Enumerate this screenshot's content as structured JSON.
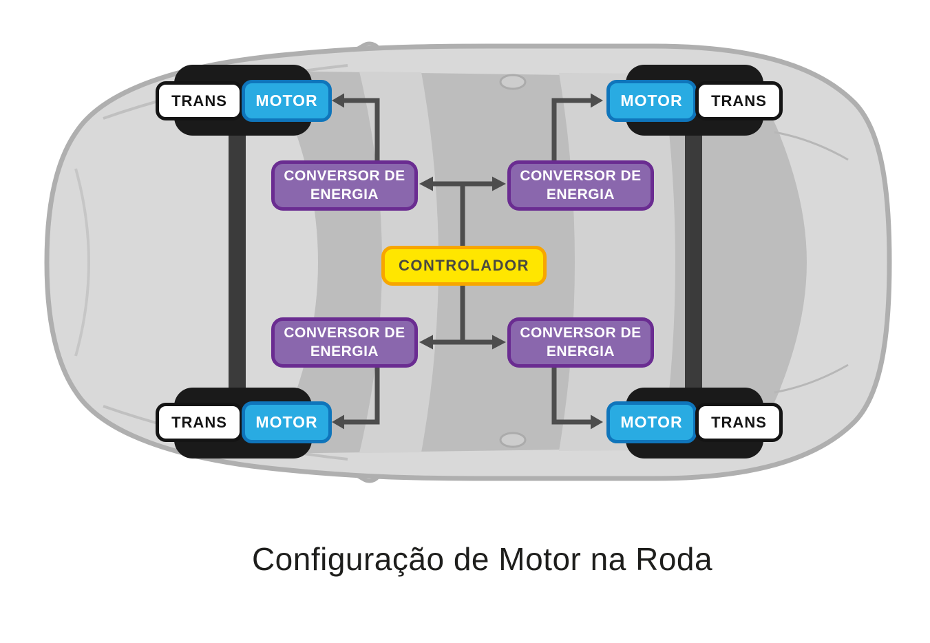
{
  "title": {
    "text": "Configuração de Motor na Roda",
    "color": "#1E1E1C"
  },
  "labels": {
    "trans": "TRANS",
    "motor": "MOTOR",
    "converter_line1": "CONVERSOR DE",
    "converter_line2": "ENERGIA",
    "controller": "CONTROLADOR"
  },
  "diagram": {
    "type": "vehicle-architecture",
    "vehicle_view": "top-down car silhouette, front facing left",
    "wheel_units": [
      {
        "position": "front-left",
        "chip_order": "trans-motor"
      },
      {
        "position": "front-right",
        "chip_order": "motor-trans"
      },
      {
        "position": "rear-left",
        "chip_order": "trans-motor"
      },
      {
        "position": "rear-right",
        "chip_order": "motor-trans"
      }
    ],
    "converters": [
      {
        "position": "front-left"
      },
      {
        "position": "front-right"
      },
      {
        "position": "rear-left"
      },
      {
        "position": "rear-right"
      }
    ],
    "connections": [
      {
        "from": "controller",
        "to": "converter-front-left",
        "style": "double-arrow"
      },
      {
        "from": "controller",
        "to": "converter-front-right",
        "style": "double-arrow"
      },
      {
        "from": "controller",
        "to": "converter-rear-left",
        "style": "double-arrow"
      },
      {
        "from": "controller",
        "to": "converter-rear-right",
        "style": "double-arrow"
      },
      {
        "from": "converter-front-left",
        "to": "motor-front-left",
        "style": "arrow"
      },
      {
        "from": "converter-front-right",
        "to": "motor-front-right",
        "style": "arrow"
      },
      {
        "from": "converter-rear-left",
        "to": "motor-rear-left",
        "style": "arrow"
      },
      {
        "from": "converter-rear-right",
        "to": "motor-rear-right",
        "style": "arrow"
      }
    ]
  },
  "colors": {
    "background": "#FFFFFF",
    "car_body": "#D9D9D9",
    "car_outline": "#AFAFAF",
    "cabin": "#BDBDBD",
    "roof_band": "#D2D2D2",
    "tire": "#1A1A1A",
    "axle": "#3B3B3B",
    "arrow": "#4D4D4D",
    "motor_fill": "#29ABE2",
    "motor_border": "#0F75BB",
    "trans_fill": "#FFFFFF",
    "trans_border": "#141414",
    "converter_fill": "#8A67AD",
    "converter_border": "#6A2C91",
    "controller_fill": "#FFE600",
    "controller_border": "#F7A600",
    "controller_text": "#4A4A40"
  }
}
